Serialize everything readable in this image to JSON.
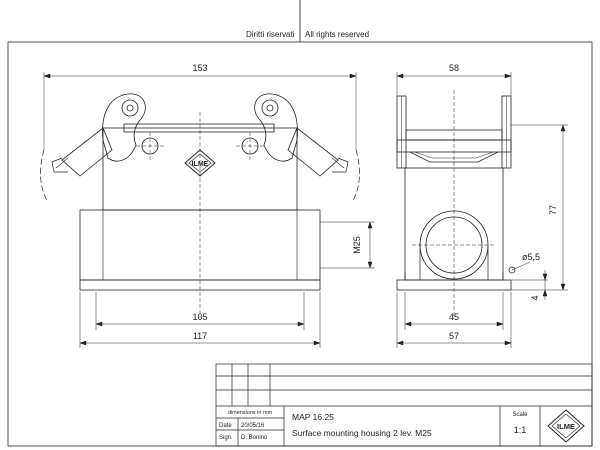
{
  "header": {
    "rights_it": "Diritti riservati",
    "rights_en": "All rights reserved"
  },
  "front_view": {
    "dim_width_top": "153",
    "dim_width_inner": "105",
    "dim_width_base": "117",
    "dim_thread": "M25"
  },
  "side_view": {
    "dim_width_top": "58",
    "dim_height": "77",
    "dim_hole": "ø5,5",
    "dim_base_thickness": "4",
    "dim_width_inner": "45",
    "dim_width_base": "57"
  },
  "title_block": {
    "units_note": "dimensions in mm",
    "date_label": "Date",
    "date_value": "20/05/16",
    "sign_label": "Sign.",
    "sign_value": "D. Bonino",
    "code": "MAP 16.25",
    "description": "Surface mounting housing 2 lev. M25",
    "scale_label": "Scale",
    "scale_value": "1:1",
    "logo_text": "ILME"
  }
}
